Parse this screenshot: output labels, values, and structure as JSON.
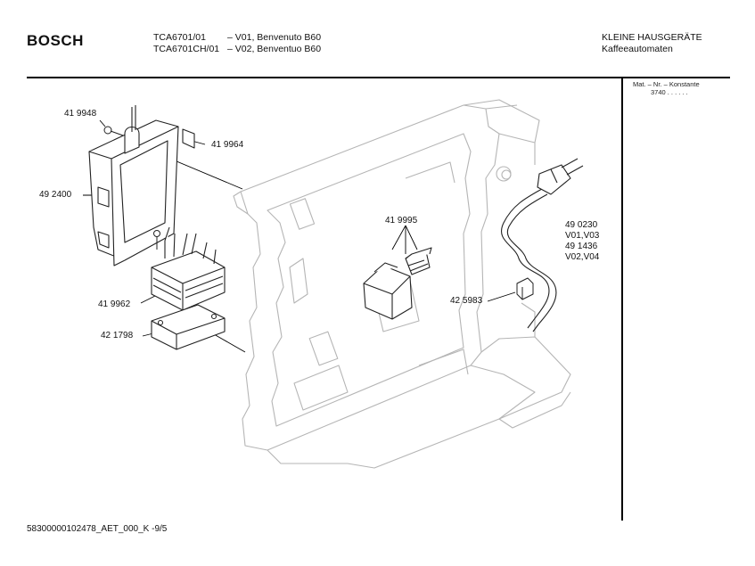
{
  "header": {
    "brand": "BOSCH",
    "models": [
      {
        "code": "TCA6701/01",
        "variant": "– V01, Benvenuto B60"
      },
      {
        "code": "TCA6701CH/01",
        "variant": "– V02, Benventuo B60"
      }
    ],
    "category_line1": "KLEINE HAUSGERÄTE",
    "category_line2": "Kaffeeautomaten"
  },
  "side_panel": {
    "label": "Mat. – Nr. – Konstante",
    "value": "3740 . . . . . ."
  },
  "parts": {
    "p419948": "41 9948",
    "p419964": "41 9964",
    "p492400": "49 2400",
    "p419962": "41 9962",
    "p421798": "42 1798",
    "p419995": "41 9995",
    "p425983": "42 5983",
    "p490230": "49 0230",
    "v0103": "V01,V03",
    "p491436": "49 1436",
    "v0204": "V02,V04"
  },
  "footer": "58300000102478_AET_000_K   -9/5",
  "colors": {
    "line": "#000000",
    "frame": "#b8b8b8",
    "part": "#333333"
  }
}
